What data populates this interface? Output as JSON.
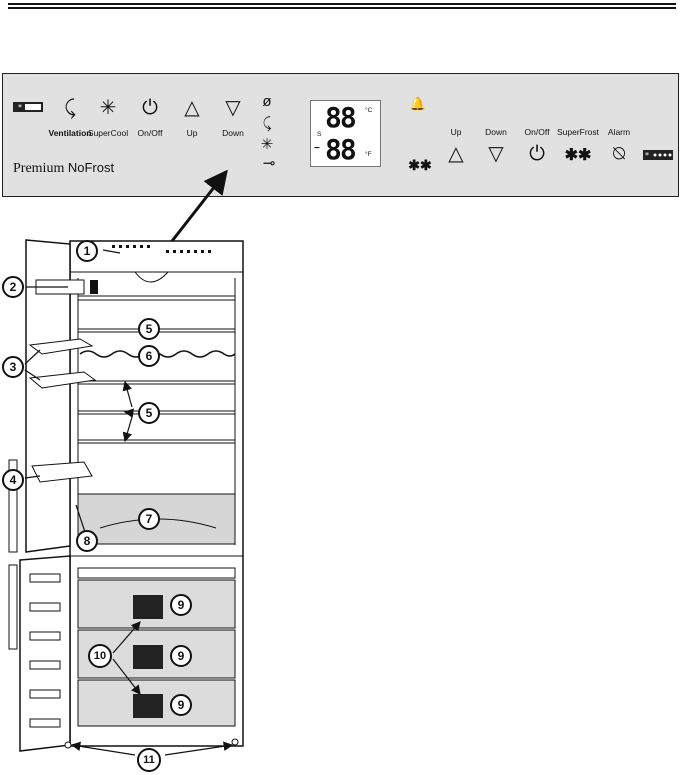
{
  "control_panel": {
    "left_buttons": [
      {
        "icon": "ventilation-icon",
        "label": "Ventilation",
        "glyph": "⤹"
      },
      {
        "icon": "supercool-icon",
        "label": "SuperCool",
        "glyph": "✳"
      },
      {
        "icon": "power-icon",
        "label": "On/Off",
        "glyph": "⏻"
      },
      {
        "icon": "up-triangle-icon",
        "label": "Up",
        "glyph": "△"
      },
      {
        "icon": "down-triangle-icon",
        "label": "Down",
        "glyph": "▽"
      }
    ],
    "status_symbols": [
      {
        "icon": "ventilation-off-icon",
        "glyph": "ø"
      },
      {
        "icon": "ventilation-icon",
        "glyph": "⤹"
      },
      {
        "icon": "supercool-icon",
        "glyph": "✳"
      },
      {
        "icon": "key-icon",
        "glyph": "⊸"
      }
    ],
    "brand": {
      "name": "Premium",
      "model": "NoFrost"
    },
    "display": {
      "top_digits": "88",
      "bottom_digits": "88",
      "unit_c": "°C",
      "unit_f": "°F",
      "s_label": "S",
      "minus": "−"
    },
    "alarm_indicator_glyph": "🔔",
    "right_buttons": [
      {
        "icon": "superfrost-indicator-icon",
        "label": "",
        "glyph": "✱✱"
      },
      {
        "icon": "up-triangle-icon",
        "label": "Up",
        "glyph": "△"
      },
      {
        "icon": "down-triangle-icon",
        "label": "Down",
        "glyph": "▽"
      },
      {
        "icon": "power-icon",
        "label": "On/Off",
        "glyph": "⏻"
      },
      {
        "icon": "superfrost-icon",
        "label": "SuperFrost",
        "glyph": "✱✱"
      },
      {
        "icon": "alarm-off-icon",
        "label": "Alarm",
        "glyph": "⍉"
      }
    ]
  },
  "callouts": [
    "1",
    "2",
    "3",
    "4",
    "5",
    "6",
    "5",
    "7",
    "8",
    "9",
    "10",
    "9",
    "9",
    "11"
  ],
  "colors": {
    "panel_bg": "#e1e1e1",
    "outline": "#111111",
    "drawer_bg": "#dcdcdc"
  }
}
